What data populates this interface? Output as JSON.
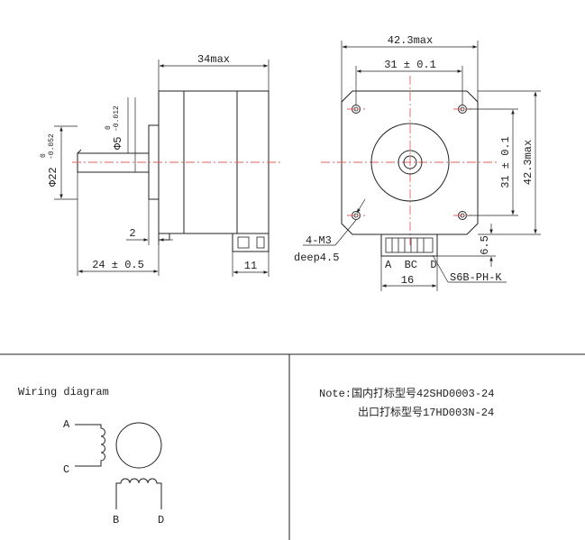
{
  "dims": {
    "length_max": "34max",
    "shaft_dia": "Φ22",
    "shaft_dia_tol_upper": "0",
    "shaft_dia_tol_lower": "-0.052",
    "shaft_small_dia": "Φ5",
    "shaft_small_tol_upper": "0",
    "shaft_small_tol_lower": "-0.012",
    "boss": "2",
    "shaft_length": "24 ± 0.5",
    "connector_width": "11",
    "flange_width": "42.3max",
    "hole_spacing_h": "31 ± 0.1",
    "hole_spacing_v": "31 ± 0.1",
    "flange_height": "42.3max",
    "connector_height": "6.5",
    "connector_span": "16"
  },
  "labels": {
    "thread": "4-M3",
    "thread_depth": "deep4.5",
    "pins": "A  BC  D",
    "connector_type": "S6B-PH-K"
  },
  "wiring": {
    "title": "Wiring diagram",
    "A": "A",
    "C": "C",
    "B": "B",
    "D": "D"
  },
  "note": {
    "line1": "Note:国内打标型号42SHD0003-24",
    "line2": "出口打标型号17HD003N-24"
  }
}
